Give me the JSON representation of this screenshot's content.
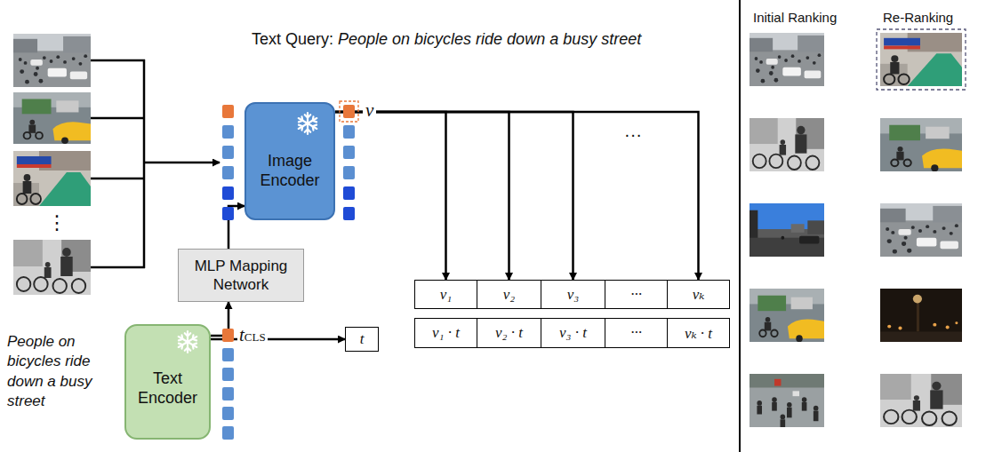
{
  "diagram": {
    "nodes": [
      {
        "text": [
          "Image Encoder"
        ]
      },
      {
        "text": [
          "MLP Mapping Network"
        ]
      },
      {
        "text": [
          "Text Encoder"
        ]
      },
      {
        "text": [
          "t"
        ]
      },
      {
        "text": [
          "v₁"
        ]
      },
      {
        "text": [
          "v₂"
        ]
      },
      {
        "text": [
          "v₃"
        ]
      },
      {
        "text": [
          "···"
        ]
      },
      {
        "text": [
          "vₖ"
        ]
      },
      {
        "text": [
          "v₁ · t"
        ]
      },
      {
        "text": [
          "v₂ · t"
        ]
      },
      {
        "text": [
          "v₃ · t"
        ]
      },
      {
        "text": [
          "···"
        ]
      },
      {
        "text": [
          "vₖ · t"
        ]
      }
    ],
    "edges": [
      {
        "from": 2,
        "to": 1,
        "arrow": "to"
      },
      {
        "from": 1,
        "to": 0,
        "arrow": "to"
      },
      {
        "from": 2,
        "to": 3,
        "arrow": "to"
      },
      {
        "from": 0,
        "to": 4,
        "arrow": "to"
      },
      {
        "from": 0,
        "to": 5,
        "arrow": "to"
      },
      {
        "from": 0,
        "to": 6,
        "arrow": "to"
      },
      {
        "from": 0,
        "to": 8,
        "arrow": "to"
      }
    ],
    "labels": [
      "Text Query:",
      "People on bicycles ride down a busy street",
      "v",
      "···",
      "⋮",
      "People on bicycles ride down a busy street",
      "tCLS",
      "Initial Ranking",
      "Re-Ranking"
    ]
  }
}
